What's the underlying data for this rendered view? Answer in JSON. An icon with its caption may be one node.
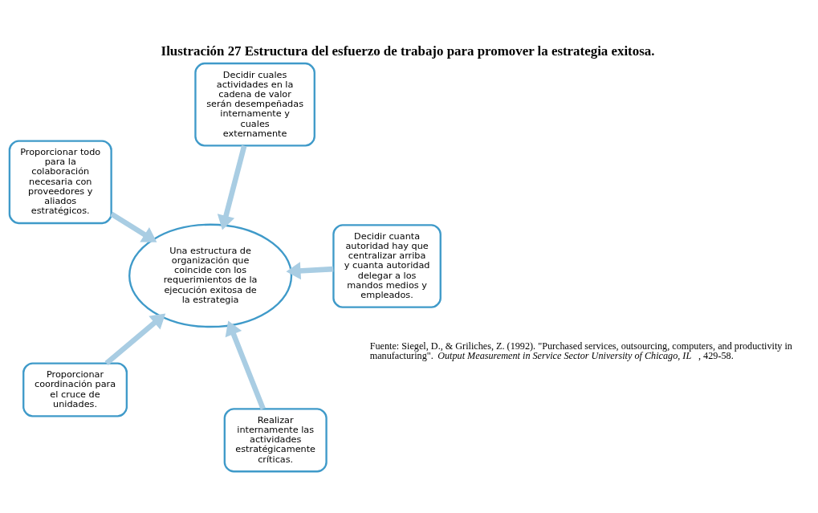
{
  "diagram": {
    "title": "Ilustración 27 Estructura del esfuerzo de trabajo para promover la estrategia exitosa.",
    "caption": "Fuente: Siegel, D., & Griliches, Z. (1992). \"Purchased services, outsourcing, computers, and productivity in manufacturing\". *Output Measurement in Service Sector University of Chicago, IL* , 429-58.",
    "nodes": [
      {
        "text": [
          "Decidir cuales actividades en la cadena de valor serán desempeñadas internamente y cuales externamente"
        ]
      },
      {
        "text": [
          "Realizar internamente las actividades estratégicamente críticas."
        ]
      },
      {
        "text": [
          "Decidir cuanta autoridad hay que centralizar arriba y cuanta autoridad delegar a los mandos medios y empleados."
        ]
      },
      {
        "text": [
          "Proporcionar todo para la colaboración necesaria con proveedores y aliados estratégicos."
        ]
      },
      {
        "text": [
          "Una estructura de organización que coincide con los requerimientos de la ejecución exitosa de la estrategia"
        ]
      },
      {
        "text": [
          "Proporcionar coordinación para el cruce de unidades."
        ]
      }
    ],
    "edges": [
      {
        "from": 0,
        "to": 4,
        "arrow": "to"
      },
      {
        "from": 1,
        "to": 4,
        "arrow": "to"
      },
      {
        "from": 2,
        "to": 4,
        "arrow": "to"
      },
      {
        "from": 3,
        "to": 4,
        "arrow": "to"
      },
      {
        "from": 5,
        "to": 4,
        "arrow": "to"
      }
    ]
  }
}
